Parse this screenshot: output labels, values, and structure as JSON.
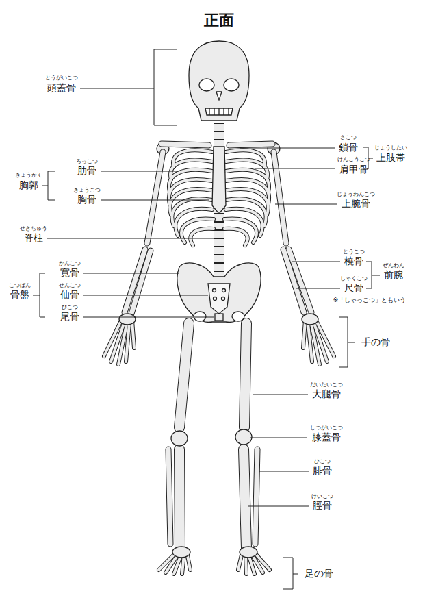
{
  "diagram": {
    "title": "正面",
    "labels": [
      "とうがいこつ",
      "頭蓋骨",
      "さこつ",
      "鎖骨",
      "じょうしたい",
      "上肢帯",
      "けんこうこつ",
      "肩甲骨",
      "ろっこつ",
      "肋骨",
      "きょうかく",
      "胸郭",
      "きょうこつ",
      "胸骨",
      "じょうわんこつ",
      "上腕骨",
      "せきちゅう",
      "脊柱",
      "とうこつ",
      "橈骨",
      "ぜんわん",
      "前腕",
      "かんこつ",
      "寛骨",
      "しゃくこつ",
      "尺骨",
      "こつばん",
      "骨盤",
      "せんこつ",
      "仙骨",
      "※「しゃっこつ」ともいう",
      "びこつ",
      "尾骨",
      "手の骨",
      "だいたいこつ",
      "大腿骨",
      "しつがいこつ",
      "膝蓋骨",
      "ひこつ",
      "腓骨",
      "けいこつ",
      "脛骨",
      "足の骨"
    ]
  }
}
